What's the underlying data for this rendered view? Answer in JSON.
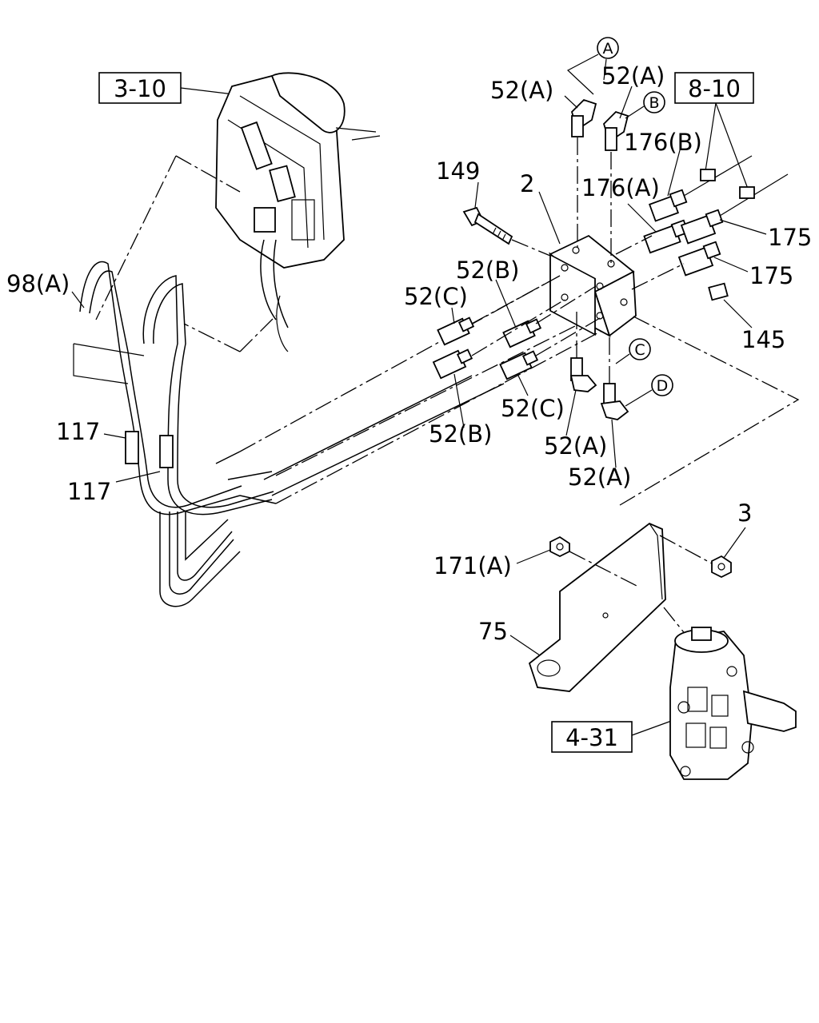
{
  "ref_boxes": [
    "3-10",
    "8-10",
    "4-31"
  ],
  "part_labels": {
    "p52A_1": "52(A)",
    "p52A_2": "52(A)",
    "p52A_3": "52(A)",
    "p52A_4": "52(A)",
    "p52B_1": "52(B)",
    "p52B_2": "52(B)",
    "p52C_1": "52(C)",
    "p52C_2": "52(C)",
    "p149": "149",
    "p2": "2",
    "p176B": "176(B)",
    "p176A": "176(A)",
    "p175_1": "175",
    "p175_2": "175",
    "p145": "145",
    "p98A": "98(A)",
    "p117_1": "117",
    "p117_2": "117",
    "p3": "3",
    "p171A": "171(A)",
    "p75": "75"
  },
  "circle_markers": [
    "A",
    "B",
    "C",
    "D"
  ]
}
